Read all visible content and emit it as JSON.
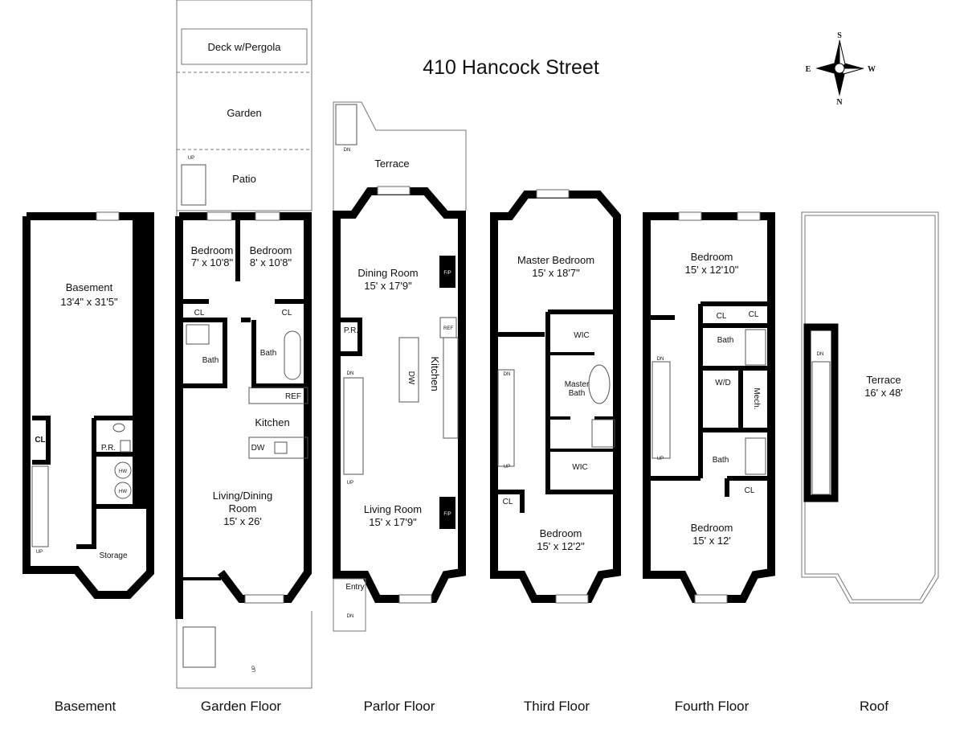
{
  "title": "410 Hancock Street",
  "compass": {
    "north": "N",
    "south": "S",
    "east": "E",
    "west": "W"
  },
  "floors": [
    {
      "name": "Basement",
      "rooms": {
        "main": "Basement",
        "main_dim": "13'4\" x 31'5\"",
        "cl": "CL",
        "pr": "P.R.",
        "hw1": "HW",
        "hw2": "HW",
        "storage": "Storage",
        "up": "UP"
      }
    },
    {
      "name": "Garden Floor",
      "rooms": {
        "deck": "Deck w/Pergola",
        "garden": "Garden",
        "patio": "Patio",
        "patio_up": "UP",
        "bed1": "Bedroom",
        "bed1_dim": "7' x 10'8\"",
        "bed2": "Bedroom",
        "bed2_dim": "8' x 10'8\"",
        "cl1": "CL",
        "cl2": "CL",
        "bath1": "Bath",
        "bath2": "Bath",
        "ref": "REF",
        "kitchen": "Kitchen",
        "dw": "DW",
        "living": "Living/Dining",
        "living2": "Room",
        "living_dim": "15' x 26'",
        "up": "UP"
      }
    },
    {
      "name": "Parlor Floor",
      "rooms": {
        "terrace": "Terrace",
        "terrace_dn": "DN",
        "dining": "Dining Room",
        "dining_dim": "15' x 17'9\"",
        "fp1": "F/P",
        "pr": "P.R.",
        "ref": "REF",
        "kitchen": "Kitchen",
        "dw": "DW",
        "dn": "DN",
        "up": "UP",
        "living": "Living Room",
        "living_dim": "15' x 17'9\"",
        "fp2": "F/P",
        "entry": "Entry",
        "entry_dn": "DN"
      }
    },
    {
      "name": "Third Floor",
      "rooms": {
        "master": "Master Bedroom",
        "master_dim": "15' x 18'7\"",
        "wic1": "WIC",
        "mbath1": "Master",
        "mbath2": "Bath",
        "wic2": "WIC",
        "dn": "DN",
        "up": "UP",
        "cl": "CL",
        "bed": "Bedroom",
        "bed_dim": "15' x 12'2\""
      }
    },
    {
      "name": "Fourth Floor",
      "rooms": {
        "bed1": "Bedroom",
        "bed1_dim": "15' x 12'10\"",
        "cl1": "CL",
        "cl2": "CL",
        "bath1": "Bath",
        "wd": "W/D",
        "mech": "Mech.",
        "dn": "DN",
        "up": "UP",
        "bath2": "Bath",
        "cl3": "CL",
        "bed2": "Bedroom",
        "bed2_dim": "15' x 12'"
      }
    },
    {
      "name": "Roof",
      "rooms": {
        "dn": "DN",
        "terrace": "Terrace",
        "terrace_dim": "16' x 48'"
      }
    }
  ]
}
